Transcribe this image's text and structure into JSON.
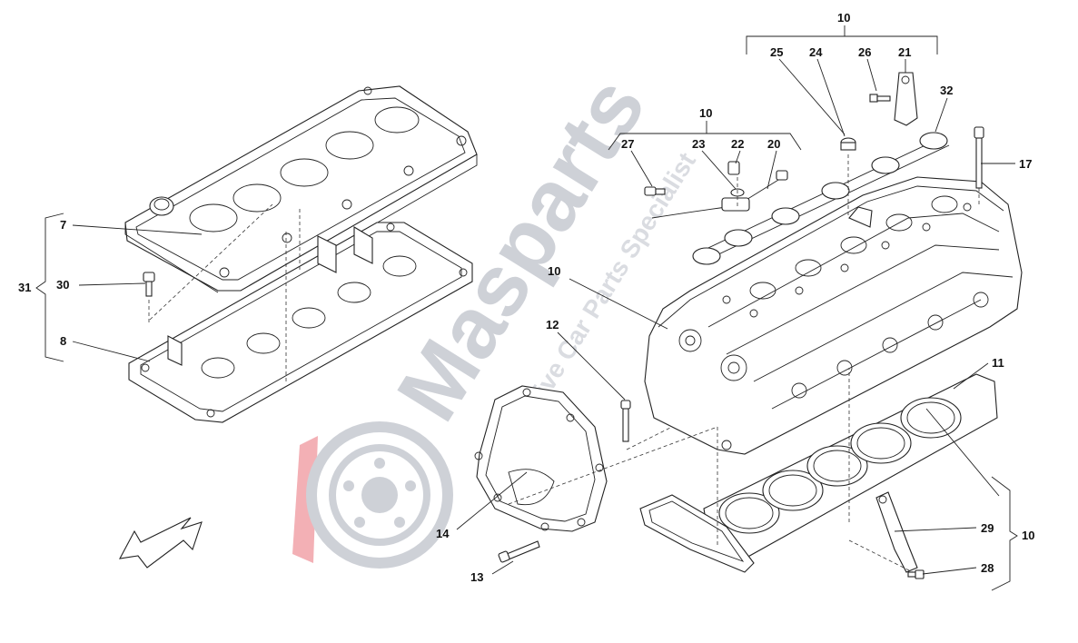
{
  "watermark": {
    "brand": "Masparts",
    "tagline": "Exclusive Car Parts Specialist",
    "brand_color": "#c9ccd3",
    "accent_color": "#f2a7ad"
  },
  "labels": {
    "p7": "7",
    "p30": "30",
    "p8": "8",
    "p31": "31",
    "p10_top": "10",
    "p25": "25",
    "p24": "24",
    "p26": "26",
    "p21": "21",
    "p32": "32",
    "p10_mid": "10",
    "p27": "27",
    "p23": "23",
    "p22": "22",
    "p20": "20",
    "p17": "17",
    "p10_head": "10",
    "p12": "12",
    "p11": "11",
    "p14": "14",
    "p13": "13",
    "p29": "29",
    "p28": "28",
    "p10_bottom": "10"
  },
  "icons": {
    "direction_arrow": "arrow-icon"
  }
}
